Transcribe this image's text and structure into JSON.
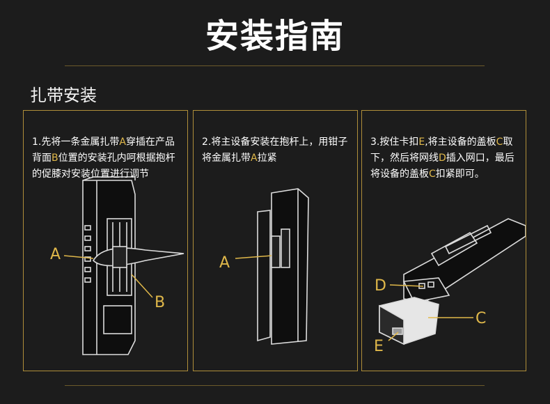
{
  "title": "安装指南",
  "section_heading": "扎带安装",
  "panels": [
    {
      "segments": [
        {
          "t": "1.先将一条金属扎带",
          "hl": false
        },
        {
          "t": "A",
          "hl": true
        },
        {
          "t": "穿插在产品背面",
          "hl": false
        },
        {
          "t": "B",
          "hl": true
        },
        {
          "t": "位置的安装孔内呵根据抱杆的促膝对安装位置进行调节",
          "hl": false
        }
      ],
      "labels": {
        "a": "A",
        "b": "B"
      }
    },
    {
      "segments": [
        {
          "t": "2.将主设备安装在抱杆上，用钳子将金属扎带",
          "hl": false
        },
        {
          "t": "A",
          "hl": true
        },
        {
          "t": "拉紧",
          "hl": false
        }
      ],
      "labels": {
        "a": "A"
      }
    },
    {
      "segments": [
        {
          "t": "3.按住卡扣",
          "hl": false
        },
        {
          "t": "E",
          "hl": true
        },
        {
          "t": ",将主设备的盖板",
          "hl": false
        },
        {
          "t": "C",
          "hl": true
        },
        {
          "t": "取下，然后将网线",
          "hl": false
        },
        {
          "t": "D",
          "hl": true
        },
        {
          "t": "插入网口，最后将设备的盖板",
          "hl": false
        },
        {
          "t": "C",
          "hl": true
        },
        {
          "t": "扣紧即可。",
          "hl": false
        }
      ],
      "labels": {
        "c": "C",
        "d": "D",
        "e": "E"
      }
    }
  ],
  "colors": {
    "accent": "#e0b84a",
    "border": "#b08f3a",
    "background": "#1c1c1c"
  }
}
